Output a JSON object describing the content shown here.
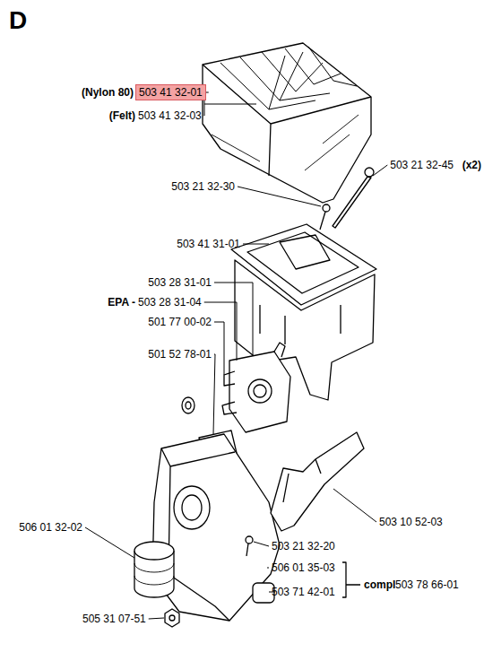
{
  "diagram": {
    "title": "D",
    "nodes": [
      {
        "text": [
          "503 41 32-01"
        ]
      }
    ],
    "edges": [],
    "labels": [
      "(Nylon 80)",
      "(Felt)",
      "503 41 32-03",
      "503 21 32-45",
      "(x2)",
      "503 21 32-30",
      "503 41 31-01",
      "503 28 31-01",
      "EPA -",
      "503 28 31-04",
      "501 77 00-02",
      "501 52 78-01",
      "503 10 52-03",
      "506 01 32-02",
      "503 21 32-20",
      "506 01 35-03",
      "503 71 42-01",
      "compl",
      "503 78 66-01",
      "505 31 07-51"
    ]
  }
}
